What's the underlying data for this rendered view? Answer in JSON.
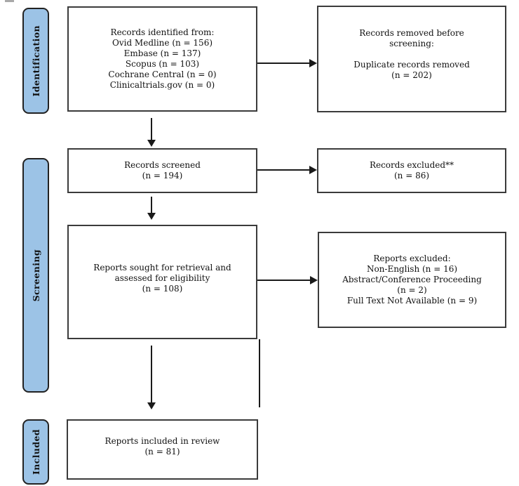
{
  "diagram": {
    "title_implicit": "PRISMA flow diagram",
    "stages": {
      "identification": "Identification",
      "screening": "Screening",
      "included": "Included"
    },
    "boxes": {
      "records_identified": {
        "lines": [
          "Records identified from:",
          "Ovid Medline (n = 156)",
          "Embase (n = 137)",
          "Scopus (n = 103)",
          "Cochrane Central (n = 0)",
          "Clinicaltrials.gov (n = 0)"
        ]
      },
      "records_removed": {
        "lines": [
          "Records removed before",
          "screening:",
          "",
          "Duplicate records removed",
          "(n = 202)"
        ]
      },
      "records_screened": {
        "lines": [
          "Records screened",
          "(n = 194)"
        ]
      },
      "records_excluded": {
        "lines": [
          "Records excluded**",
          "(n = 86)"
        ]
      },
      "reports_sought": {
        "lines": [
          "Reports sought for retrieval and",
          "assessed for eligibility",
          "(n = 108)"
        ]
      },
      "reports_excluded": {
        "lines": [
          "Reports excluded:",
          "Non-English (n = 16)",
          "Abstract/Conference Proceeding",
          "(n = 2)",
          "Full Text Not Available (n = 9)"
        ]
      },
      "reports_included": {
        "lines": [
          "Reports included in review",
          "(n = 81)"
        ]
      }
    },
    "colors": {
      "stage_fill": "#9cc3e6",
      "stage_border": "#222222",
      "box_border": "#3b3b3b",
      "arrow": "#1a1a1a"
    }
  }
}
